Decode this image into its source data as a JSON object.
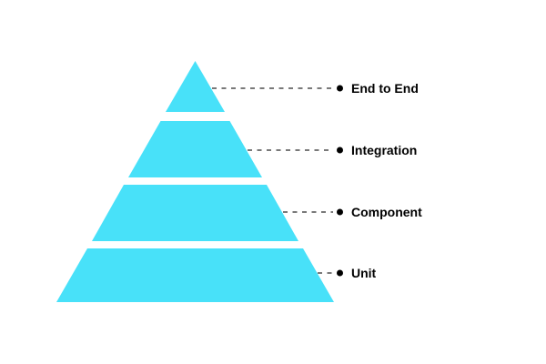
{
  "diagram": {
    "type": "pyramid",
    "subject": "testing-pyramid",
    "levels": [
      {
        "id": "end-to-end",
        "label": "End to End"
      },
      {
        "id": "integration",
        "label": "Integration"
      },
      {
        "id": "component",
        "label": "Component"
      },
      {
        "id": "unit",
        "label": "Unit"
      }
    ]
  },
  "colors": {
    "pyramid_fill": "#48E1F9",
    "connector_line": "#4d4d4d",
    "bullet": "#000000",
    "label_text": "#000000",
    "background": "#ffffff"
  }
}
